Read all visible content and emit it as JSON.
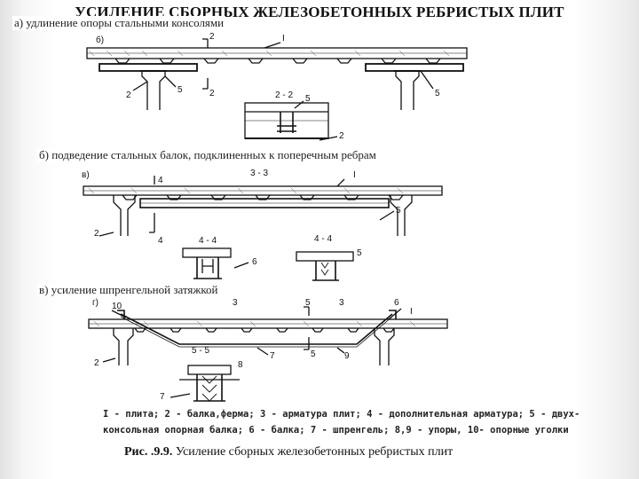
{
  "page_title": "УСИЛЕНИЕ СБОРНЫХ ЖЕЛЕЗОБЕТОННЫХ РЕБРИСТЫХ ПЛИТ",
  "captions": {
    "a": "а) удлинение опоры стальными консолями",
    "b": "б) подведение стальных балок, подклиненных к поперечным ребрам",
    "c": "в) усиление шпренгельной затяжкой"
  },
  "panel_a": {
    "letter": "б)",
    "labels": {
      "n1": "I",
      "n2": "2",
      "n5a": "5",
      "n5b": "5",
      "sec1": "2",
      "sec2": "2",
      "sec_title": "2 - 2",
      "d_num5": "5",
      "d_num2": "2"
    }
  },
  "panel_b": {
    "letter": "в)",
    "labels": {
      "sec3": "3 - 3",
      "n1": "I",
      "n2": "2",
      "n5": "5",
      "s4a": "4",
      "s4b": "4",
      "d1_title": "4 - 4",
      "d2_title": "4 - 4",
      "d1_num": "6",
      "d2_num": "5"
    }
  },
  "panel_c": {
    "letter": "г)",
    "labels": {
      "n10": "10",
      "n6": "6",
      "n1": "I",
      "n2": "2",
      "n7": "7",
      "n9": "9",
      "s3a": "3",
      "s3b": "3",
      "s5": "5",
      "s5b": "5",
      "d_title": "5 - 5",
      "d_n8": "8",
      "d_n7": "7"
    }
  },
  "legend": {
    "line1": "I - плита; 2 - балка,ферма; 3 - арматура плит; 4 - дополнительная арматура; 5 - двух-",
    "line2": "консольная опорная балка; 6 - балка; 7 - шпренгель; 8,9 - упоры, 10- опорные уголки"
  },
  "figure_caption": {
    "number": "Рис. .9.9.",
    "text": " Усиление сборных железобетонных ребристых плит"
  }
}
